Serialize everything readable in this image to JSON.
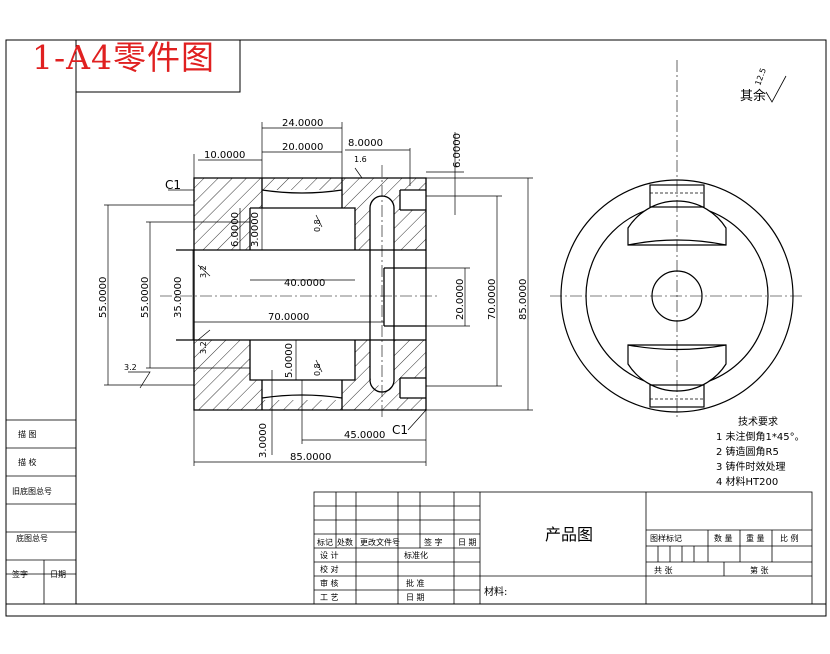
{
  "header": {
    "title": "1-A4零件图"
  },
  "roughness": {
    "label": "其余",
    "value": "12.5"
  },
  "dims": {
    "d24": "24.0000",
    "d20": "20.0000",
    "d8": "8.0000",
    "d10": "10.0000",
    "d6": "6.0000",
    "d6v": "6.0000",
    "d3v": "3.0000",
    "d40": "40.0000",
    "d70": "70.0000",
    "d55a": "55.0000",
    "d55b": "55.0000",
    "d35": "35.0000",
    "d20v": "20.0000",
    "d70v": "70.0000",
    "d85v": "85.0000",
    "d5": "5.0000",
    "d3b": "3.0000",
    "d45": "45.0000",
    "d85": "85.0000",
    "c1a": "C1",
    "c1b": "C1",
    "r16": "1.6",
    "r32a": "3.2",
    "r32b": "3.2",
    "r32c": "3.2",
    "r08a": "0.8",
    "r08b": "0.8"
  },
  "tech": {
    "title": "技术要求",
    "items": [
      "1 未注倒角1*45°。",
      "2 铸造圆角R5",
      "3 铸件时效处理",
      "4 材料HT200"
    ]
  },
  "left_strip": [
    "描 图",
    "描 校",
    "旧底图总号",
    "底图总号",
    "签字",
    "日期"
  ],
  "title_block": {
    "headers": [
      "标记",
      "处数",
      "更改文件号",
      "签 字",
      "日 期"
    ],
    "rows": [
      "设 计",
      "校 对",
      "审 核",
      "工 艺"
    ],
    "std": "标准化",
    "approve": "批 准",
    "date": "日 期",
    "product": "产品图",
    "material": "材料:",
    "right_headers": [
      "图样标记",
      "数 量",
      "重 量",
      "比 例"
    ],
    "sheet_total": "共 张",
    "sheet_no": "第 张"
  }
}
